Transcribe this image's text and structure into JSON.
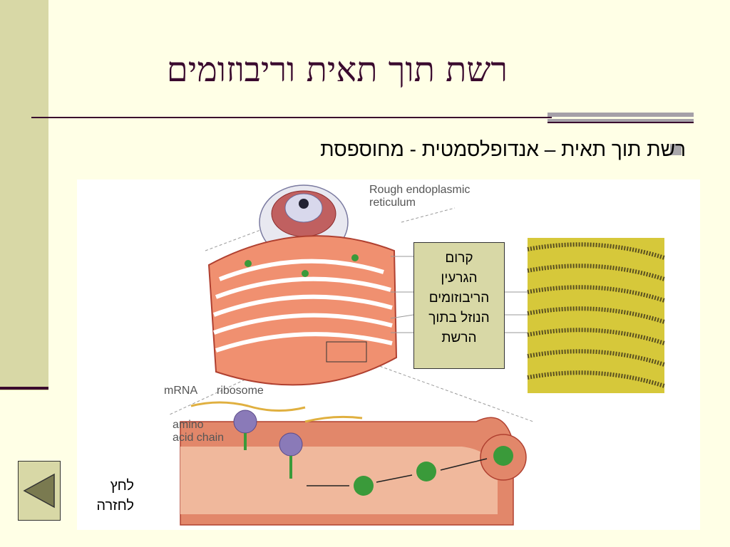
{
  "slide": {
    "title": "רשת תוך תאית וריבוזומים",
    "bullet": "רשת תוך תאית – אנדופלסמטית - מחוספסת"
  },
  "figure": {
    "label_rer": "Rough endoplasmic",
    "label_rer2": "reticulum",
    "label_mrna": "mRNA",
    "label_ribosome": "ribosome",
    "label_amino": "amino",
    "label_acid_chain": "acid chain"
  },
  "callout": {
    "lines": [
      "קרום",
      "הגרעין",
      "הריבוזומים",
      "הנוזל בתוך",
      "הרשת"
    ]
  },
  "nav": {
    "back_line1": "לחץ",
    "back_line2": "לחזרה",
    "back_icon": "triangle-left-icon"
  },
  "colors": {
    "accent": "#3a0a2e",
    "band": "#d8d8a6",
    "background": "#ffffe6"
  }
}
